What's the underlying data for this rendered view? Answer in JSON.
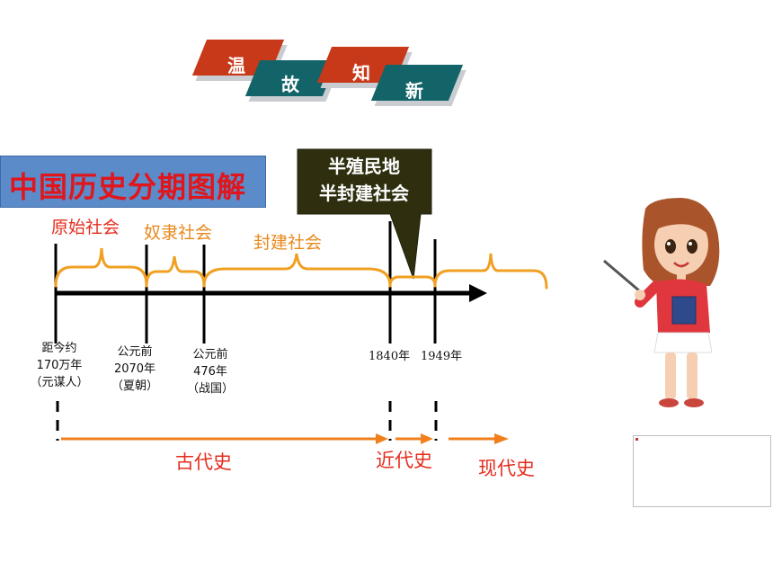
{
  "header": {
    "tiles": [
      "温",
      "故",
      "知",
      "新"
    ]
  },
  "title": "中国历史分期图解",
  "callout": {
    "line1": "半殖民地",
    "line2": "半封建社会"
  },
  "eras": {
    "primitive": "原始社会",
    "slave": "奴隶社会",
    "feudal": "封建社会"
  },
  "ticks": {
    "t1": "距今约\n170万年\n（元谋人）",
    "t2": "公元前\n2070年\n（夏朝）",
    "t3": "公元前\n476年\n（战国）",
    "t4": "1840年",
    "t5": "1949年"
  },
  "periods": {
    "ancient": "古代史",
    "modern": "近代史",
    "contemporary": "现代史"
  },
  "colors": {
    "accent_red": "#e52d1e",
    "accent_orange": "#f0a022",
    "axis": "#000000"
  }
}
